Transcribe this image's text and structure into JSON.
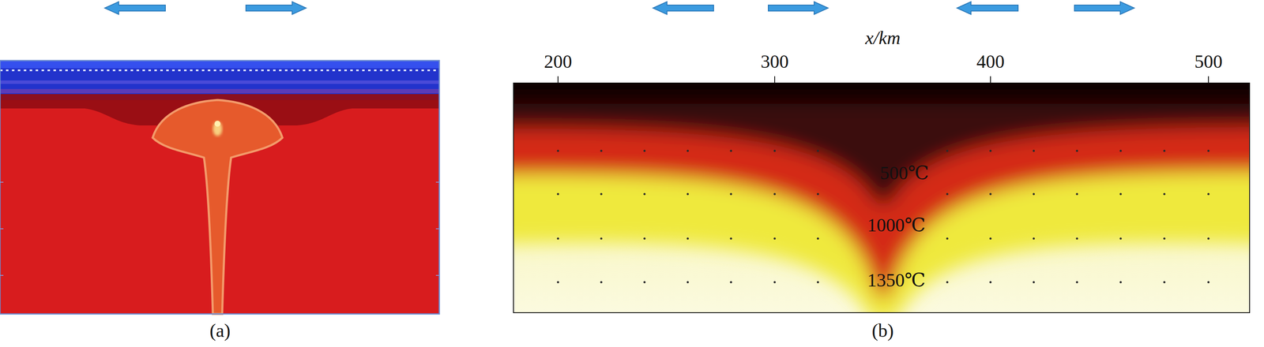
{
  "diagram": {
    "labels": [
      "200",
      "300",
      "400",
      "500",
      "x/km",
      "500℃",
      "1000℃",
      "1350℃",
      "(a)",
      "(b)"
    ]
  }
}
